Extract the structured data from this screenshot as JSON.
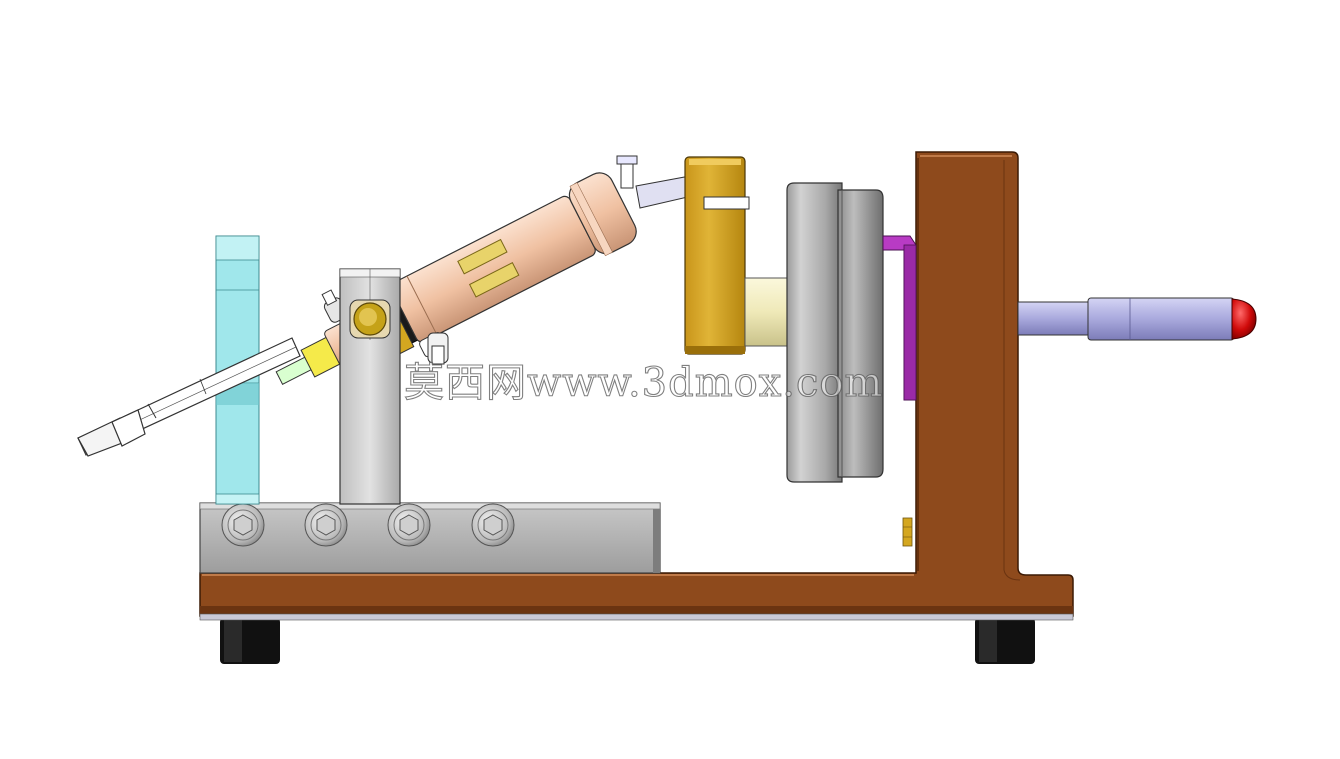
{
  "diagram": {
    "view": "side elevation of mechanical fixture assembly",
    "watermark": "莫西网www.3dmox.com",
    "colors": {
      "base_frame": "#8e4a1c",
      "base_frame_edge": "#4a2208",
      "clamp_bar": "#a9a9a9",
      "guard_plate": "#8fe3e8",
      "cylinder_body": "#f0c1a2",
      "cylinder_band": "#e8d36a",
      "block": "#d4a720",
      "hub": "#f3efc2",
      "disc": "#a0a0a0",
      "spacer": "#b83bc4",
      "handle_rod": "#b0b0e0",
      "handle_tip": "#d81010",
      "feet": "#111111"
    },
    "parts": [
      "base-frame",
      "clamp-bar",
      "socket-head-bolt",
      "guard-plate",
      "upright-post",
      "pivot-pin",
      "pneumatic-cylinder",
      "piston-rod",
      "clamp-arm",
      "gold-block",
      "hub",
      "clamp-disc",
      "spacer-plate",
      "handle-rod",
      "handle-knob",
      "rubber-foot"
    ]
  }
}
